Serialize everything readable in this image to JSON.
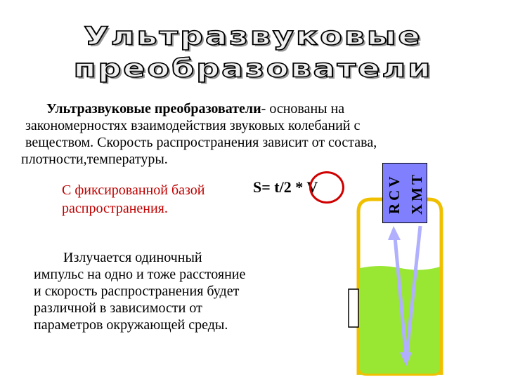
{
  "title": {
    "line1": "Ультразвуковые",
    "line2": "преобразователи"
  },
  "intro": {
    "bold": "Ультразвуковые преобразователи",
    "line1_rest": "- основаны на",
    "line2": "закономерностях взаимодействия звуковых колебаний с",
    "line3": "веществом. Скорость распространения зависит от состава,",
    "line4": "плотности,температуры."
  },
  "fixed_base": {
    "line1": "С фиксированной базой",
    "line2": "распространения."
  },
  "formula": "S= t/2 * V",
  "description": {
    "line1": "Излучается одиночный",
    "line2": "импульс на одно и тоже расстояние",
    "line3": "и скорость распространения будет",
    "line4": "различной в зависимости от",
    "line5": "параметров окружающей среды."
  },
  "sensor": {
    "col1": "RCV",
    "col2": "XMT"
  },
  "colors": {
    "liquid": "#99e633",
    "vessel_border": "#f0c000",
    "sensor": "#8080ff",
    "accent_red": "#c00000",
    "arrow": "#b0b0ff"
  }
}
